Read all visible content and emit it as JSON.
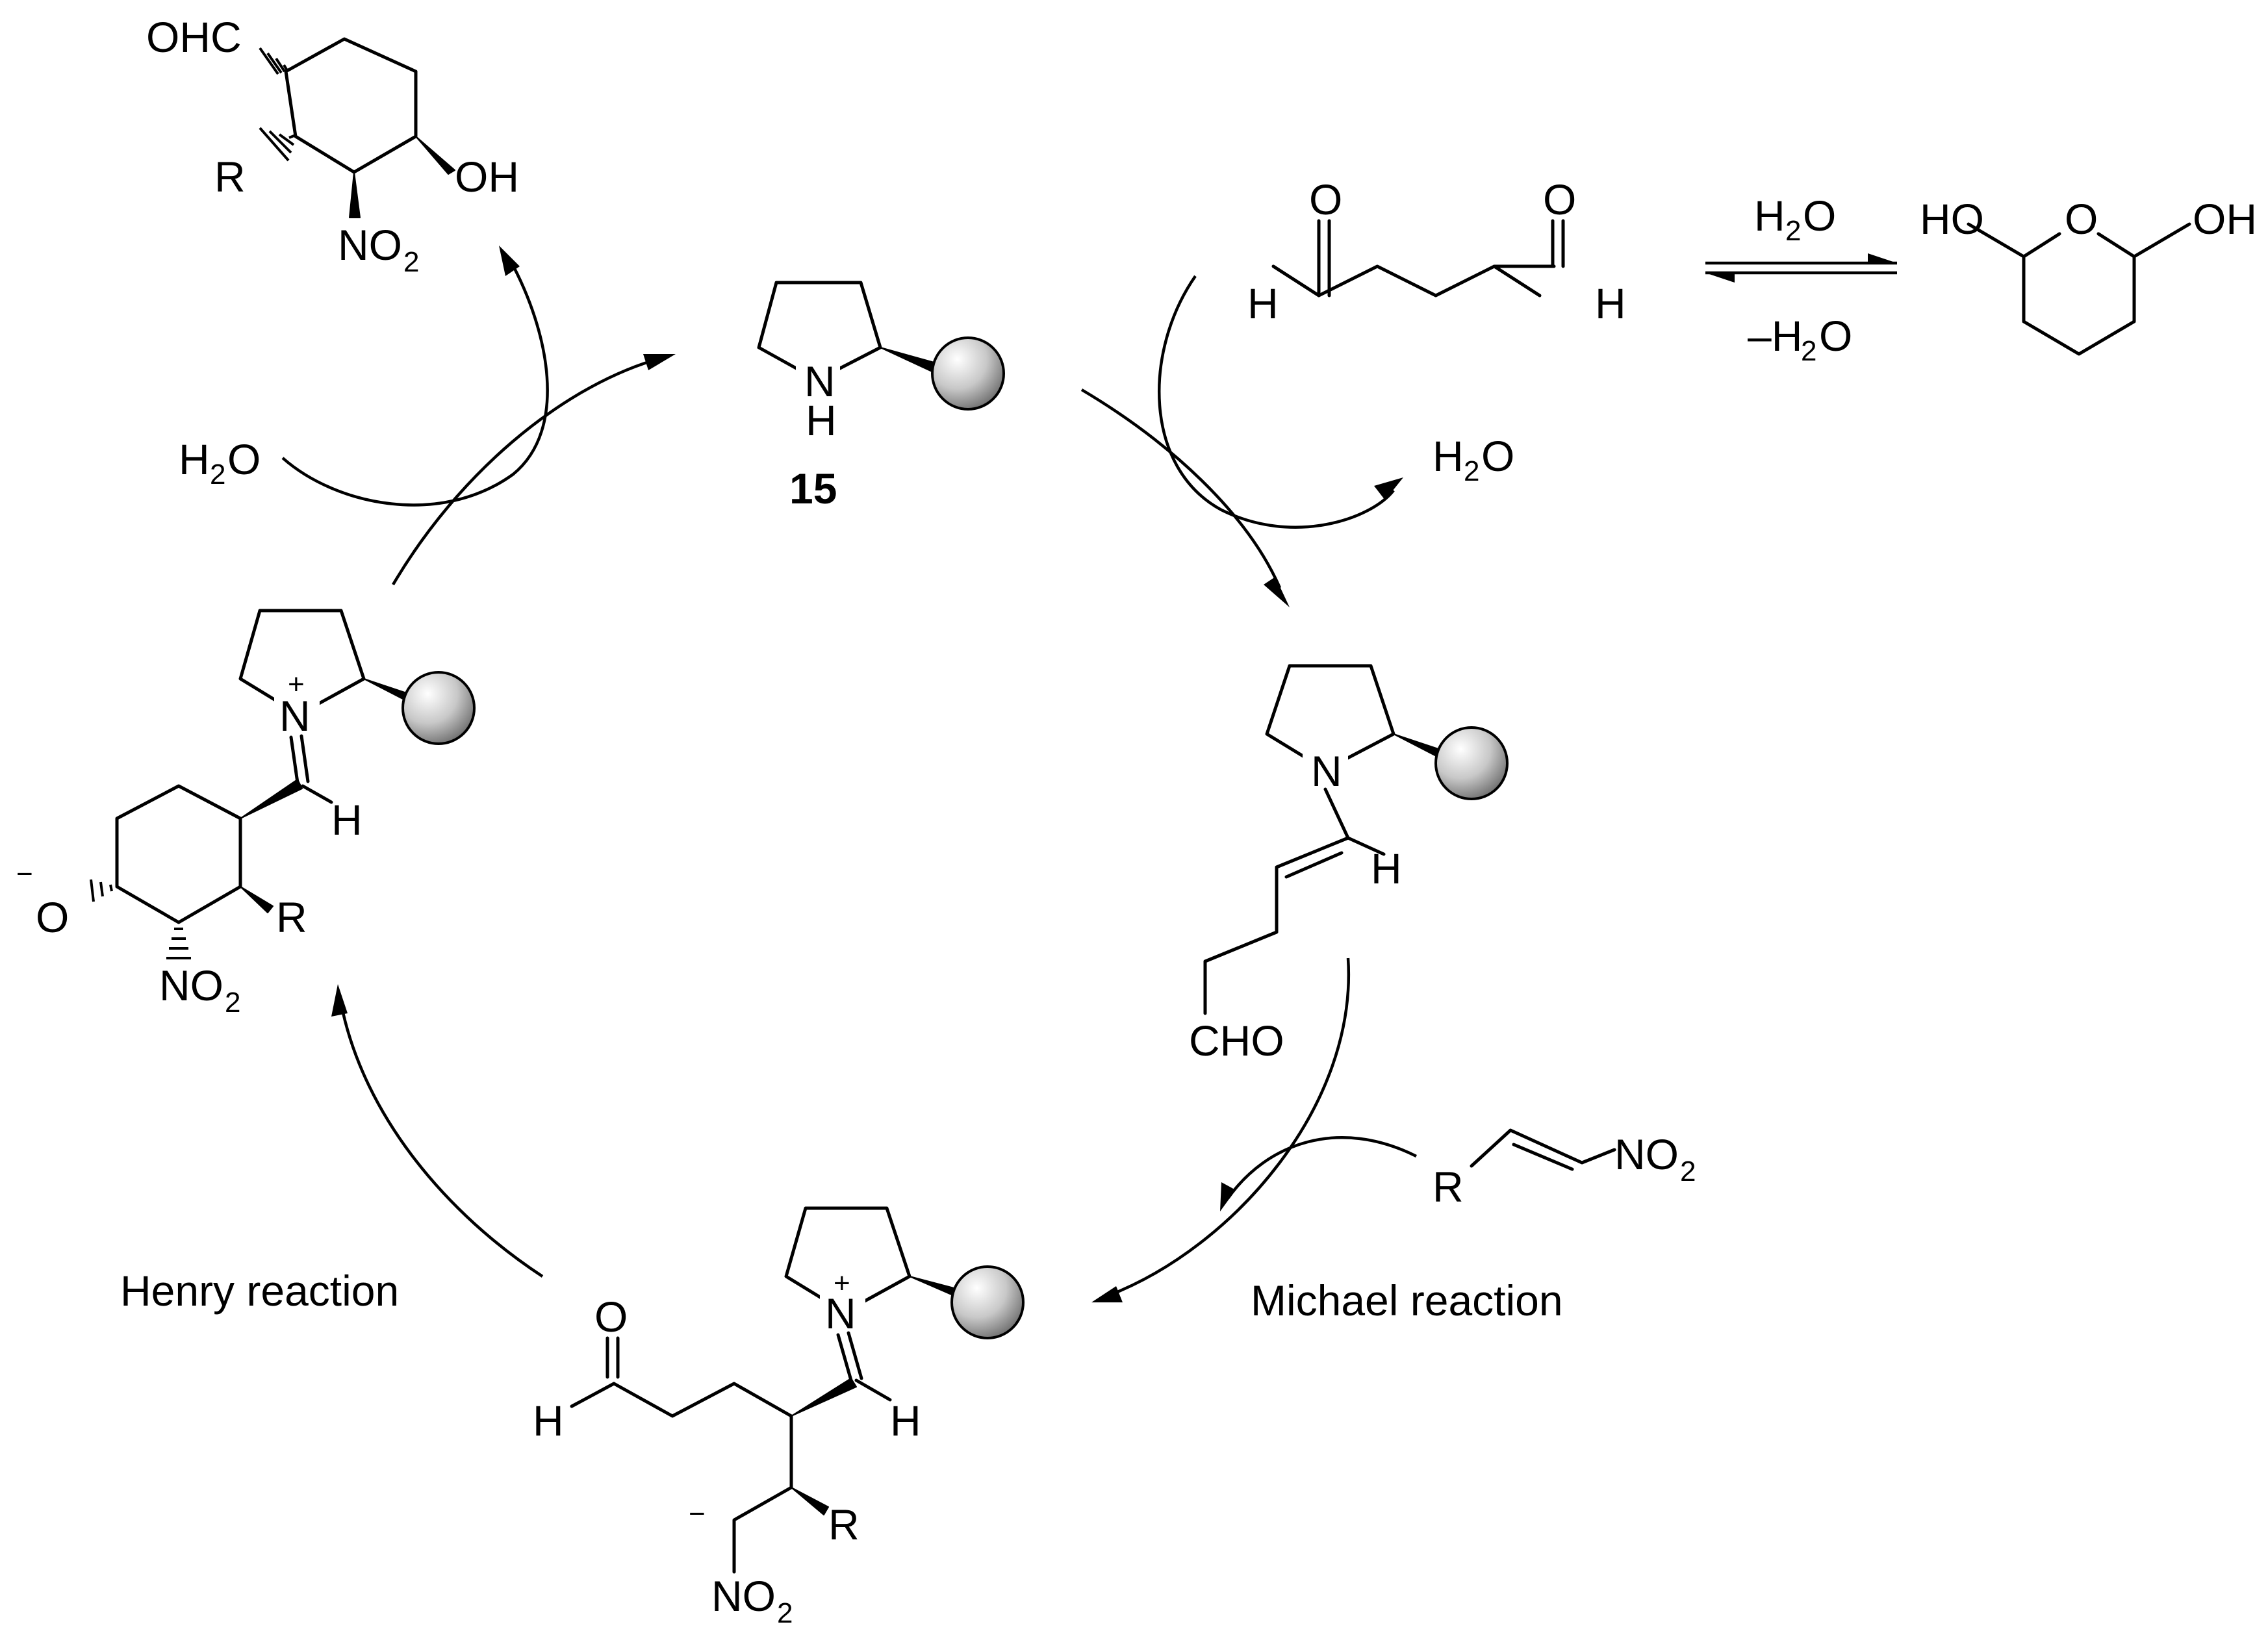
{
  "compound_label": "15",
  "atoms": {
    "nh": "N",
    "h": "H",
    "n": "N",
    "plus": "+",
    "minus": "−",
    "o": "O",
    "ohc": "OHC",
    "oh": "OH",
    "ho": "HO",
    "r": "R",
    "cho": "CHO",
    "no": "NO",
    "two": "2"
  },
  "reagents": {
    "water_h": "H",
    "water_o": "O",
    "water_sub": "2",
    "minus_water_prefix": "–H"
  },
  "labels": {
    "henry": "Henry reaction",
    "michael": "Michael reaction"
  },
  "colors": {
    "ink": "#000000",
    "sphere_highlight": "#ffffff",
    "sphere_mid": "#c8c8c8",
    "sphere_shadow": "#6f6f6f"
  }
}
